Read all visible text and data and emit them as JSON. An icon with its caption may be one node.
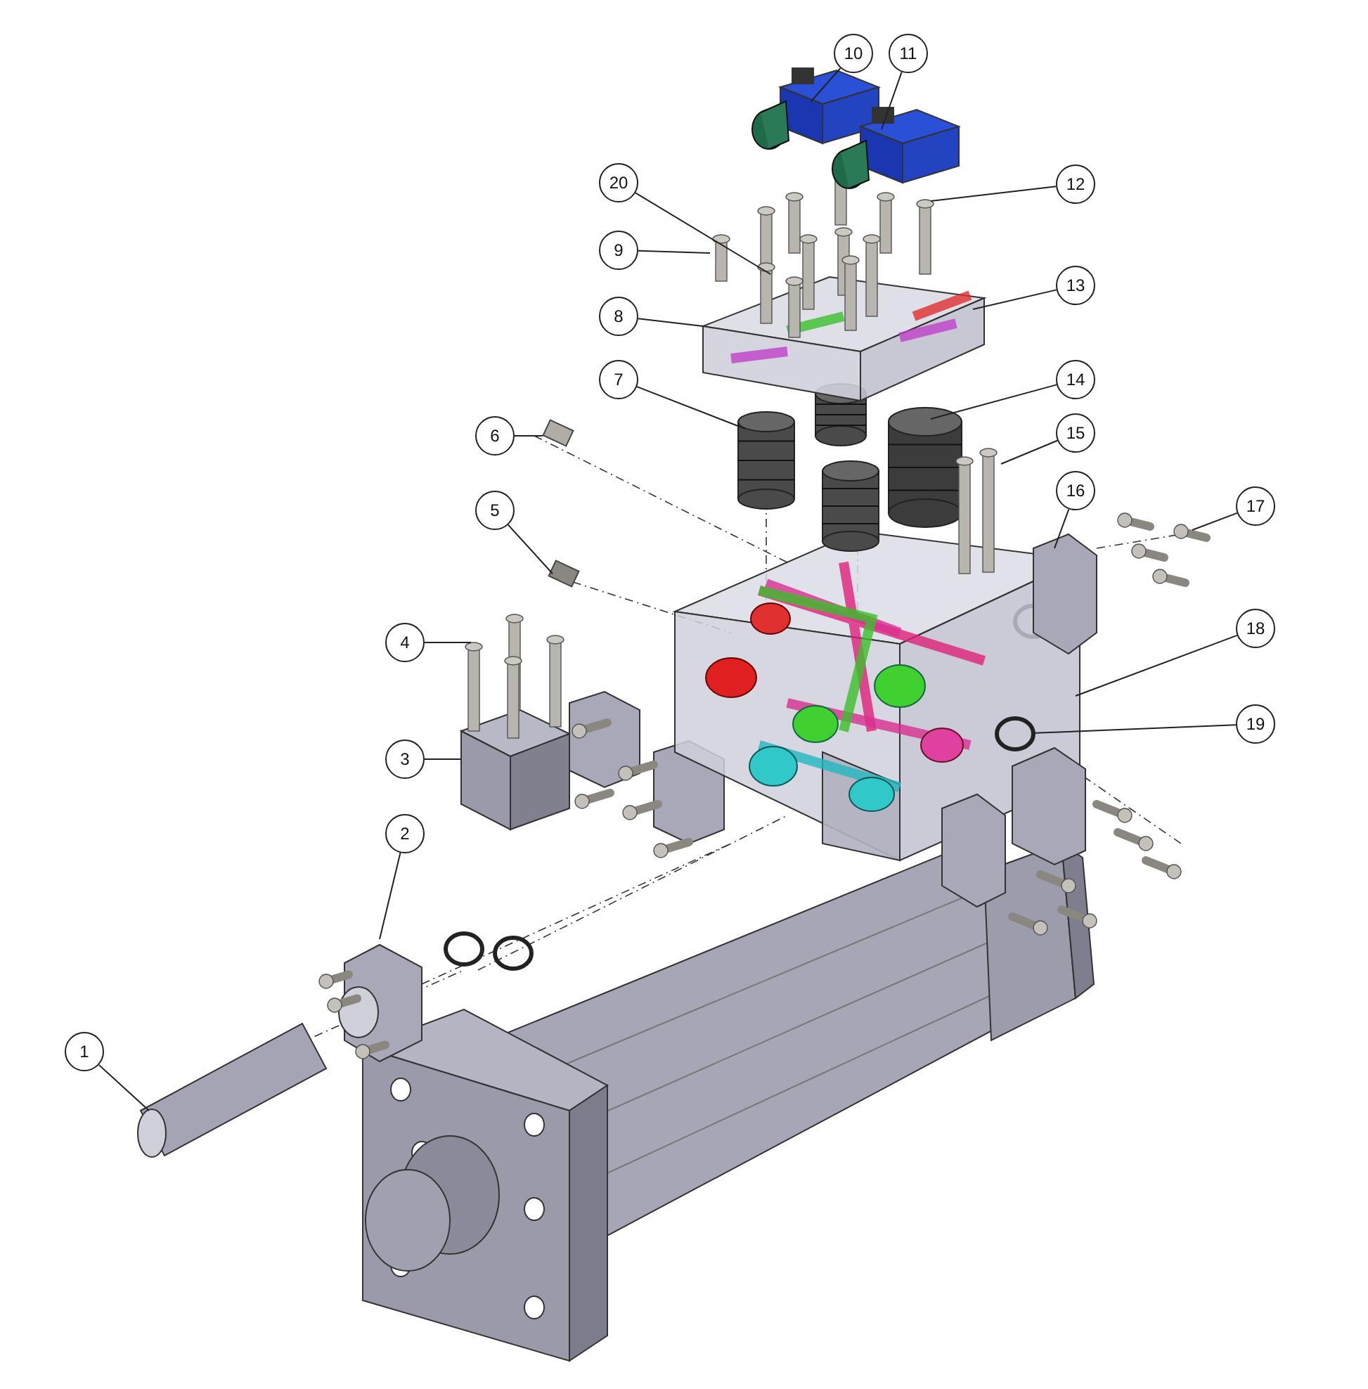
{
  "diagram": {
    "nodes": [
      {
        "text": [
          "1"
        ]
      },
      {
        "text": [
          "2"
        ]
      },
      {
        "text": [
          "3"
        ]
      },
      {
        "text": [
          "4"
        ]
      },
      {
        "text": [
          "5"
        ]
      },
      {
        "text": [
          "6"
        ]
      },
      {
        "text": [
          "7"
        ]
      },
      {
        "text": [
          "8"
        ]
      },
      {
        "text": [
          "9"
        ]
      },
      {
        "text": [
          "10"
        ]
      },
      {
        "text": [
          "11"
        ]
      },
      {
        "text": [
          "12"
        ]
      },
      {
        "text": [
          "13"
        ]
      },
      {
        "text": [
          "14"
        ]
      },
      {
        "text": [
          "15"
        ]
      },
      {
        "text": [
          "16"
        ]
      },
      {
        "text": [
          "17"
        ]
      },
      {
        "text": [
          "18"
        ]
      },
      {
        "text": [
          "19"
        ]
      },
      {
        "text": [
          "20"
        ]
      },
      {
        "text": [],
        "shape": "circle"
      }
    ],
    "edges": [
      {
        "from": 0,
        "to": null,
        "arrow": "none"
      },
      {
        "from": 1,
        "to": null,
        "arrow": "none"
      },
      {
        "from": 2,
        "to": null,
        "arrow": "none"
      },
      {
        "from": 3,
        "to": null,
        "arrow": "none"
      },
      {
        "from": 4,
        "to": null,
        "arrow": "none"
      },
      {
        "from": 5,
        "to": null,
        "arrow": "none"
      },
      {
        "from": 6,
        "to": null,
        "arrow": "none"
      },
      {
        "from": 7,
        "to": null,
        "arrow": "none"
      },
      {
        "from": 8,
        "to": null,
        "arrow": "none"
      },
      {
        "from": 9,
        "to": null,
        "arrow": "none"
      },
      {
        "from": 10,
        "to": null,
        "arrow": "none"
      },
      {
        "from": 11,
        "to": null,
        "arrow": "none"
      },
      {
        "from": 12,
        "to": null,
        "arrow": "none"
      },
      {
        "from": 13,
        "to": null,
        "arrow": "none"
      },
      {
        "from": 14,
        "to": null,
        "arrow": "none"
      },
      {
        "from": 15,
        "to": null,
        "arrow": "none"
      },
      {
        "from": 16,
        "to": null,
        "arrow": "none"
      },
      {
        "from": 17,
        "to": null,
        "arrow": "none"
      },
      {
        "from": 18,
        "to": 20,
        "arrow": "none"
      },
      {
        "from": 19,
        "to": null,
        "arrow": "none"
      }
    ]
  }
}
